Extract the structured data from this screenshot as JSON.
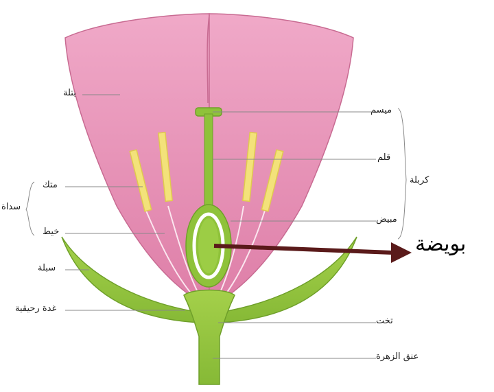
{
  "labels": {
    "petal": "بتلة",
    "anther": "متك",
    "stamen": "سداة",
    "filament": "خيط",
    "sepal": "سبلة",
    "nectary": "غدة رحيقية",
    "stigma": "ميسم",
    "style": "قلم",
    "carpel": "كربلة",
    "ovary": "مبيض",
    "receptacle": "تخت",
    "peduncle": "عنق الزهرة",
    "ovule": "بويضة"
  },
  "colors": {
    "petal": "#e48ab0",
    "petal_light": "#f2b6cf",
    "green": "#8fc23a",
    "green_dark": "#5d8f1e",
    "anther": "#f3e27a",
    "arrow": "#5a1a1a"
  }
}
